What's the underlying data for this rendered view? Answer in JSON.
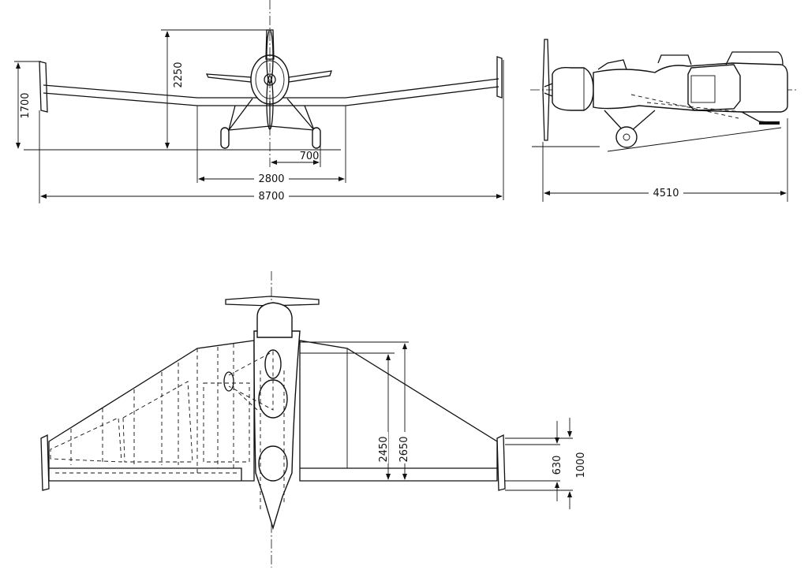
{
  "dimensions": {
    "front_height_wingtip": "1700",
    "front_height_total": "2250",
    "track_half": "700",
    "center_section": "2800",
    "span": "8700",
    "length": "4510",
    "chord_2450": "2450",
    "chord_2650": "2650",
    "tip_630": "630",
    "tip_1000": "1000"
  }
}
